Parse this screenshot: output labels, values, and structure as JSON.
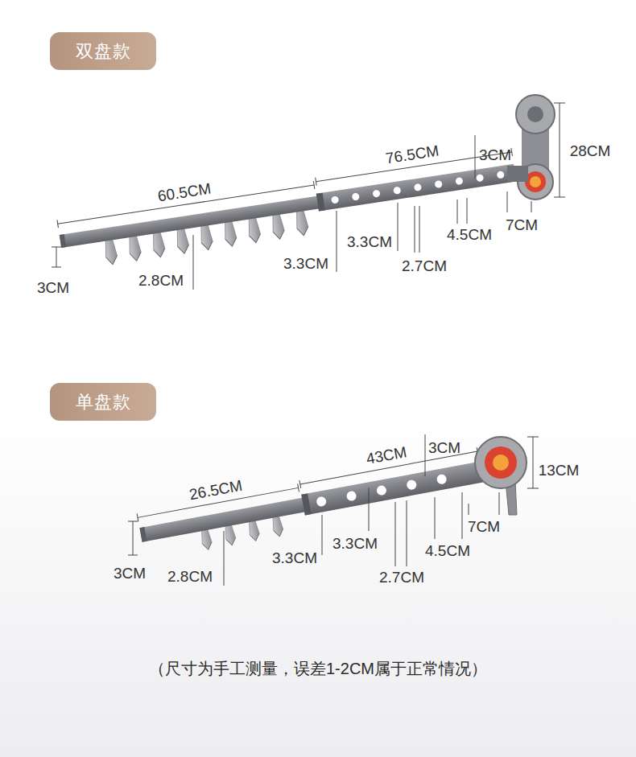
{
  "diagram": {
    "caption": "（尺寸为手工测量，误差1-2CM属于正常情况）",
    "nodes": [
      {
        "text": [
          "双盘款"
        ]
      },
      {
        "text": [
          "单盘款"
        ]
      }
    ],
    "labels": [
      "3CM",
      "28CM",
      "76.5CM",
      "60.5CM",
      "7CM",
      "4.5CM",
      "3.3CM",
      "3.3CM",
      "2.7CM",
      "2.8CM",
      "3CM",
      "3CM",
      "43CM",
      "13CM",
      "26.5CM",
      "7CM",
      "3.3CM",
      "4.5CM",
      "3.3CM",
      "3CM",
      "2.8CM",
      "2.7CM"
    ]
  }
}
